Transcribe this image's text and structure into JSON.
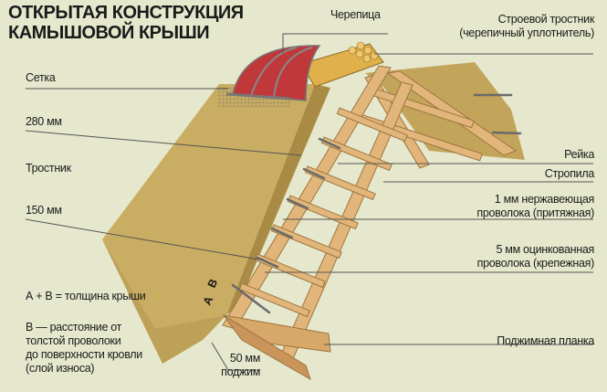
{
  "title": {
    "line1": "ОТКРЫТАЯ КОНСТРУКЦИЯ",
    "line2": "КАМЫШОВОЙ КРЫШИ"
  },
  "labels": {
    "tile": "Черепица",
    "ridge_reed_1": "Строевой тростник",
    "ridge_reed_2": "(черепичный уплотнитель)",
    "mesh": "Сетка",
    "thick_280": "280 мм",
    "reed": "Тростник",
    "thick_150": "150 мм",
    "batten": "Рейка",
    "rafter": "Стропила",
    "wire1_1": "1 мм нержавеющая",
    "wire1_2": "проволока (притяжная)",
    "wire5_1": "5 мм оцинкованная",
    "wire5_2": "проволока (крепежная)",
    "formula": "А + В = толщина крыши",
    "b_def_1": "В — расстояние от",
    "b_def_2": "толстой проволоки",
    "b_def_3": "до поверхности кровли",
    "b_def_4": "(слой износа)",
    "press_1": "50 мм",
    "press_2": "поджим",
    "press_strip": "Поджимная планка",
    "dim_a": "А",
    "dim_b": "В"
  },
  "colors": {
    "background": "#e6e8cd",
    "thatch": "#c9ad62",
    "tile": "#c0383a",
    "wood": "#e3b77d"
  }
}
